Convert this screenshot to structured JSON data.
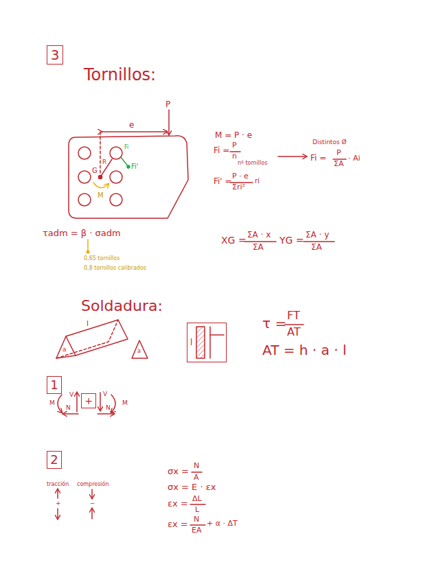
{
  "diagram": {
    "nodes": [
      {
        "text": [
          "3"
        ]
      },
      {
        "text": [
          "l"
        ]
      },
      {
        "text": [
          "1"
        ]
      },
      {
        "text": [
          "+"
        ]
      },
      {
        "text": [
          "2"
        ]
      }
    ],
    "labels": [
      "Tornillos:",
      "P",
      "e",
      "G",
      "R",
      "Fi",
      "Fi'",
      "M",
      "M = P · e",
      "Fi =",
      "P",
      "n",
      "nº tornillos",
      "Distintos Ø",
      "Fi =",
      "P",
      "ΣA",
      "· Ai",
      "Fi' =",
      "P · e",
      "Σri²",
      "ri",
      "XG =",
      "ΣA · x",
      "ΣA",
      "YG =",
      "ΣA · y",
      "ΣA",
      "τadm = β · σadm",
      "0,65 tornillos",
      "0,8 tornillos calibrados",
      "Soldadura:",
      "l",
      "a",
      "a",
      "τ =",
      "FT",
      "AT",
      "AT = h · a · l",
      "M",
      "N",
      "V",
      "V",
      "N",
      "M",
      "tracción",
      "compresión",
      "+",
      "−",
      "σx =",
      "N",
      "A",
      "σx = E · εx",
      "εx =",
      "ΔL",
      "L",
      "εx =",
      "N",
      "EA",
      "+ α · ΔT"
    ]
  }
}
